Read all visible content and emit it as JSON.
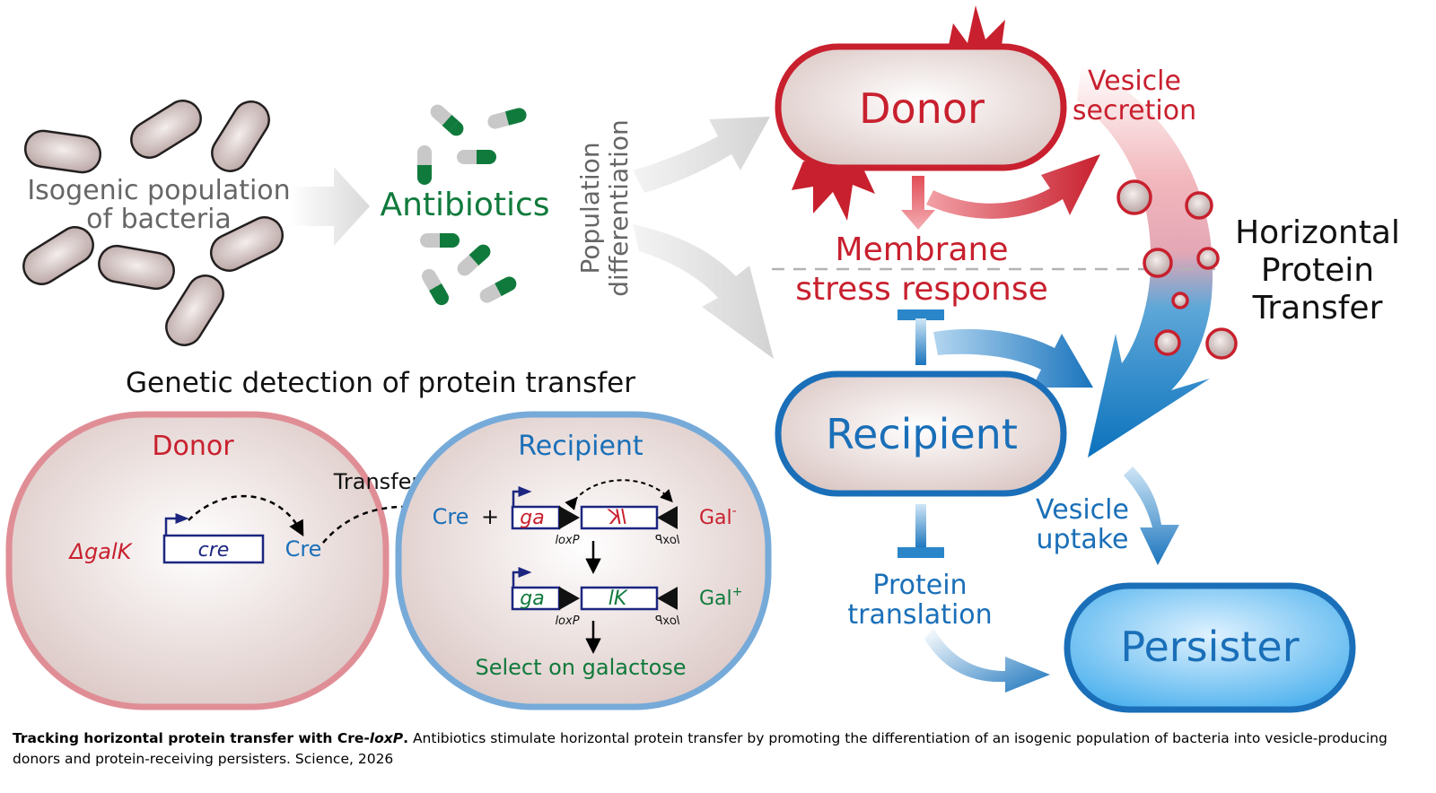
{
  "overview": {
    "population_line1": "Isogenic population",
    "population_line2": "of bacteria",
    "antibiotics": "Antibiotics",
    "differentiation_line1": "Population",
    "differentiation_line2": "differentiation",
    "donor": "Donor",
    "vesicle_secretion_line1": "Vesicle",
    "vesicle_secretion_line2": "secretion",
    "membrane_line1": "Membrane",
    "membrane_line2": "stress response",
    "hpt_line1": "Horizontal",
    "hpt_line2": "Protein",
    "hpt_line3": "Transfer",
    "recipient": "Recipient",
    "vesicle_uptake_line1": "Vesicle",
    "vesicle_uptake_line2": "uptake",
    "protein_translation_line1": "Protein",
    "protein_translation_line2": "translation",
    "persister": "Persister"
  },
  "detection": {
    "title": "Genetic detection of protein transfer",
    "donor_cell_label": "Donor",
    "delta_galk": "ΔgalK",
    "cre_gene": "cre",
    "cre_protein_donor": "Cre",
    "transfer": "Transfer",
    "recipient_cell_label": "Recipient",
    "cre_protein_recipient": "Cre",
    "plus": "+",
    "ga_top": "ga",
    "lk_top": "lK",
    "loxp_left_top": "loxP",
    "loxp_right_top": "loxP",
    "gal_minus": "Gal",
    "gal_minus_sup": "-",
    "ga_bottom": "ga",
    "lk_bottom": "lK",
    "loxp_left_bottom": "loxP",
    "loxp_right_bottom": "loxP",
    "gal_plus": "Gal",
    "gal_plus_sup": "+",
    "select": "Select on galactose"
  },
  "caption": {
    "bold_part1": "Tracking horizontal protein transfer with Cre-",
    "bold_italic": "loxP",
    "bold_part2": ".",
    "text": " Antibiotics stimulate horizontal protein transfer by promoting the differentiation of an isogenic population of bacteria into vesicle-producing donors and protein-receiving persisters. Science, 2026"
  },
  "colors": {
    "donor_red": "#c8202e",
    "recipient_blue": "#1a6fb8",
    "antibiotic_green": "#107a3c",
    "gray_text": "#666666",
    "gene_navy": "#1c2680"
  }
}
